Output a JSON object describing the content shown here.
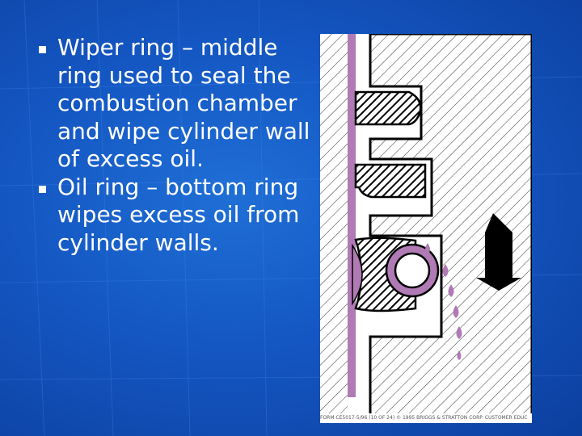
{
  "bullets": [
    {
      "text": "Wiper ring – middle ring used to seal the combustion chamber and wipe cylinder wall of excess oil."
    },
    {
      "text": "Oil ring – bottom ring wipes excess oil from cylinder walls."
    }
  ],
  "figure": {
    "caption": "FORM CE5017-5/96 (10 OF 24)   © 1995 BRIGGS & STRATTON CORP. CUSTOMER EDUC",
    "colors": {
      "oil_film": "#b07ab5",
      "ring_hatch": "#000000",
      "arrow": "#000000",
      "background": "#ffffff"
    },
    "icons": [
      "down-arrow-icon"
    ]
  },
  "theme": {
    "background": "#1456c2",
    "text": "#ffffff"
  }
}
